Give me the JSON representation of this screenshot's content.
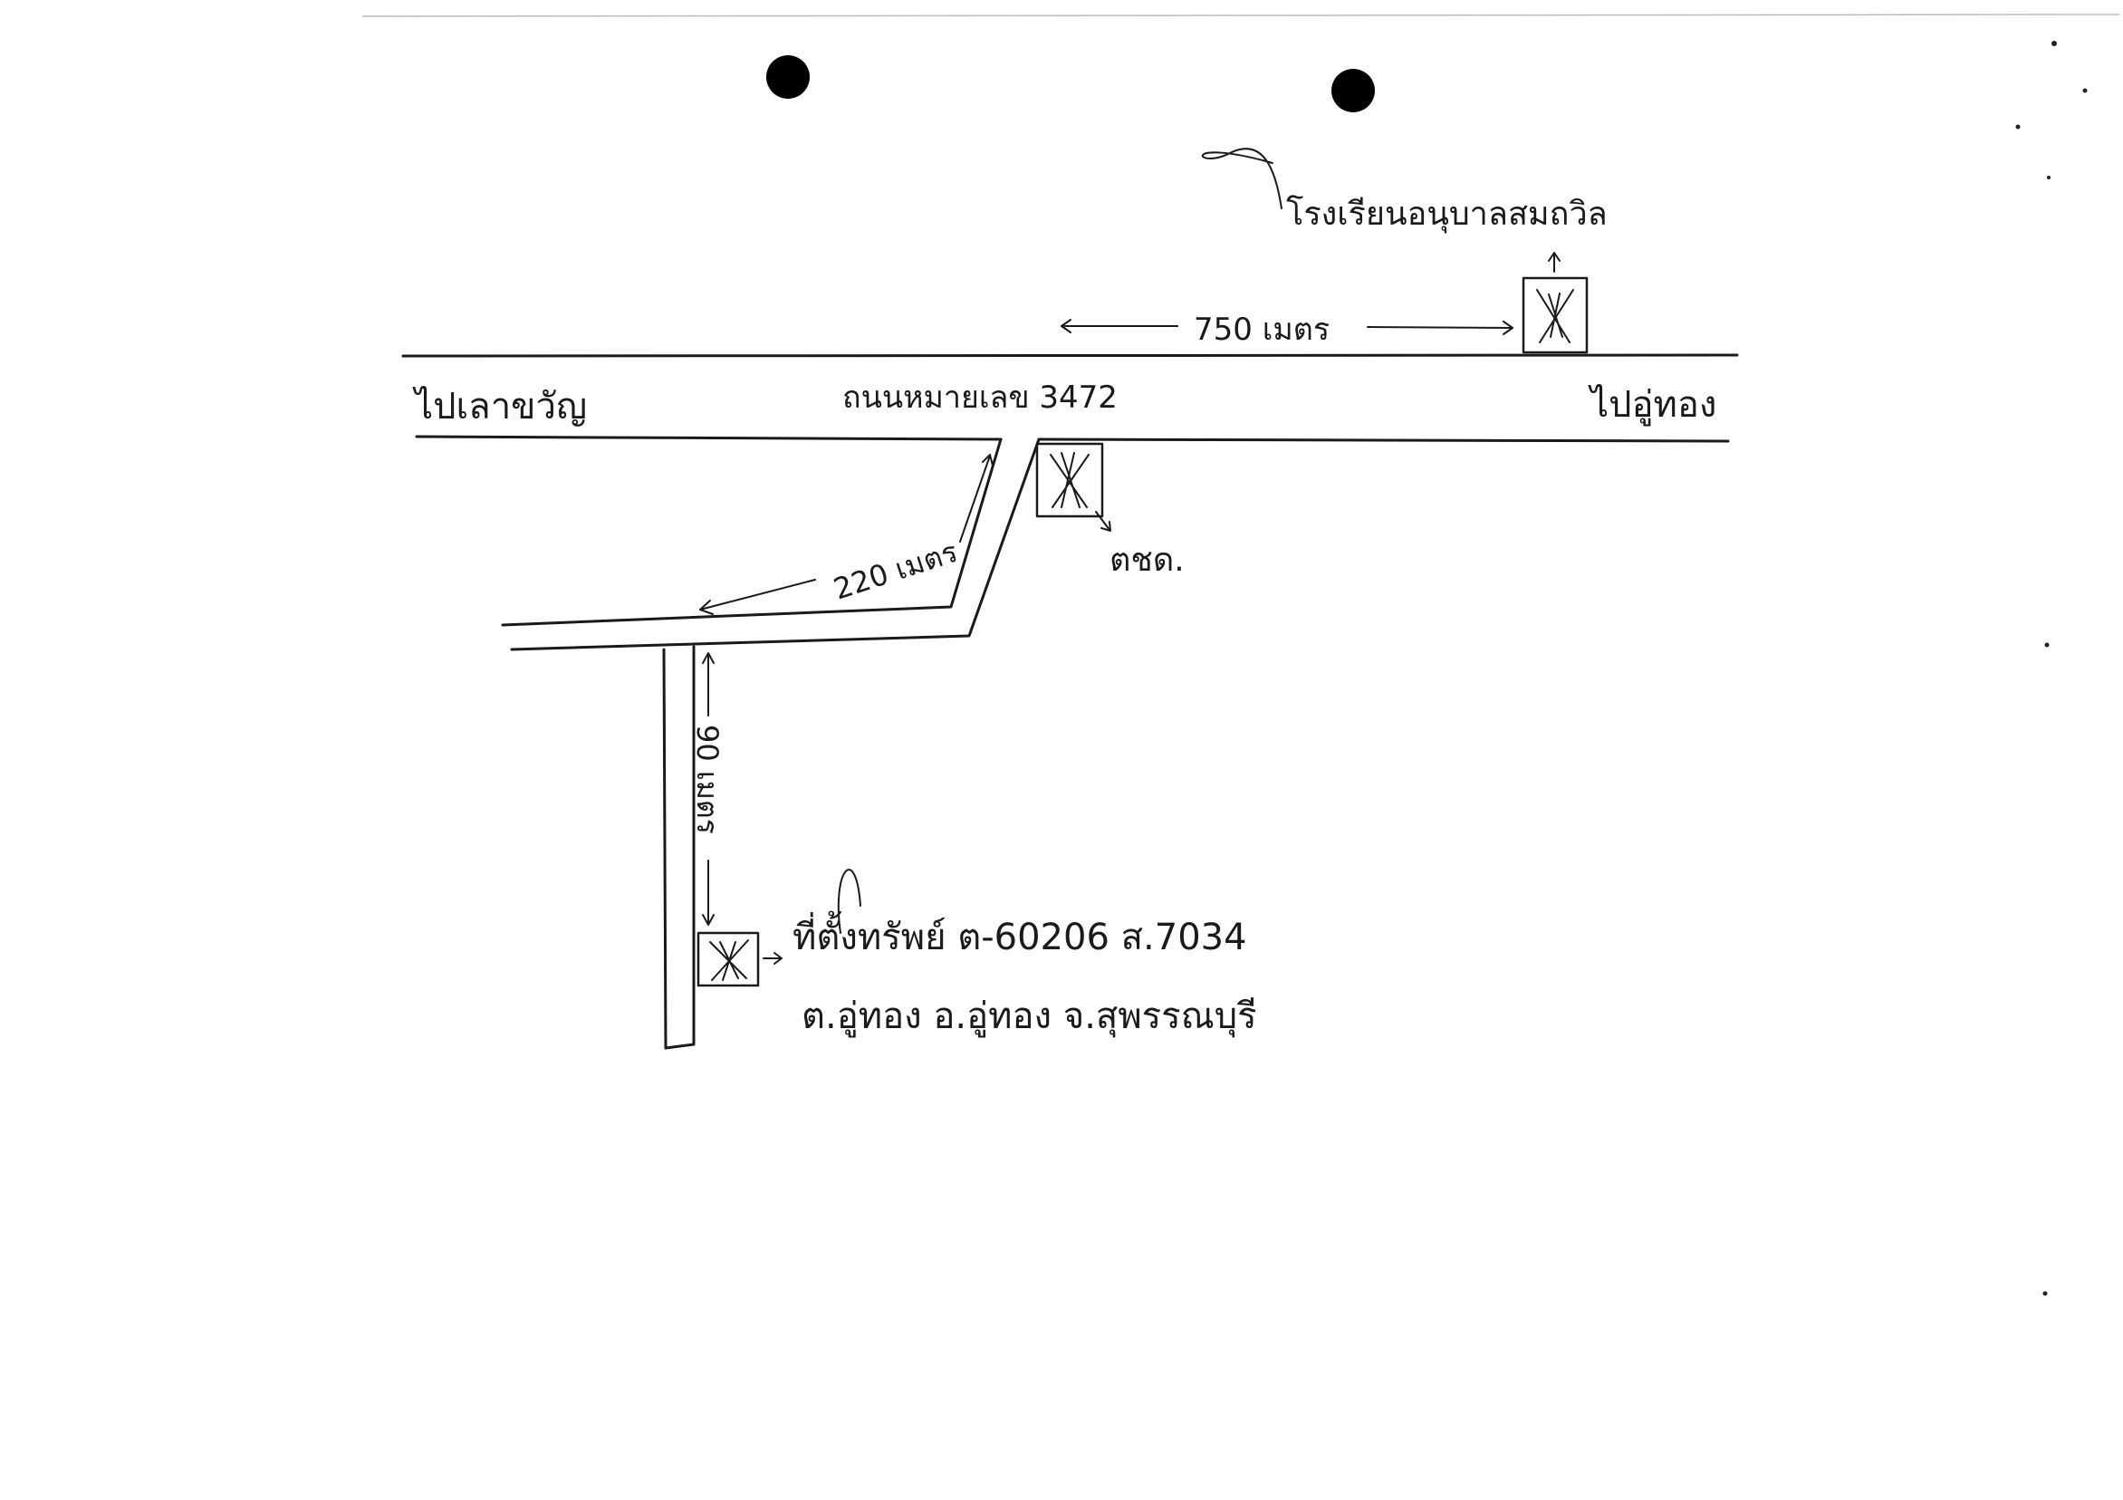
{
  "map": {
    "labels": {
      "school": "โรงเรียนอนุบาลสมถวิล",
      "dist_school": "750 เมตร",
      "road_name": "ถนนหมายเลข 3472",
      "to_left": "ไปเลาขวัญ",
      "to_right": "ไปอู่ทอง",
      "dist_diagonal": "220 เมตร",
      "police": "ตชด.",
      "dist_vertical": "90 เมตร",
      "address_line1": "ที่ตั้งทรัพย์ ต-60206 ส.7034",
      "address_line2": "ต.อู่ทอง อ.อู่ทอง จ.สุพรรณบุรี"
    },
    "markers": [
      "school-marker",
      "police-marker",
      "property-marker"
    ]
  },
  "colors": {
    "ink": "#1a1a1a",
    "paper": "#ffffff"
  }
}
